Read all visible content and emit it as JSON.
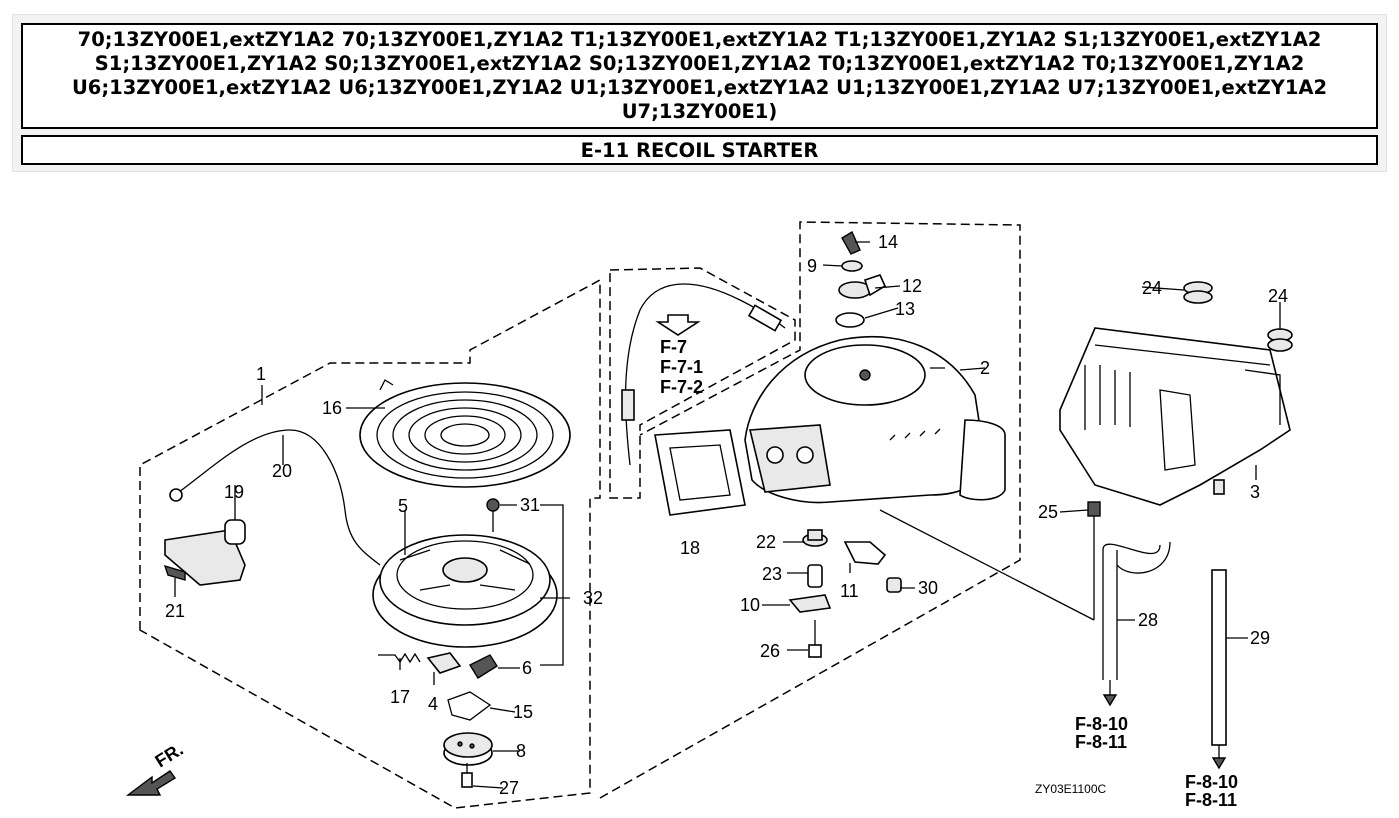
{
  "header": {
    "models": "70;13ZY00E1,extZY1A2 70;13ZY00E1,ZY1A2 T1;13ZY00E1,extZY1A2 T1;13ZY00E1,ZY1A2 S1;13ZY00E1,extZY1A2 S1;13ZY00E1,ZY1A2 S0;13ZY00E1,extZY1A2 S0;13ZY00E1,ZY1A2 T0;13ZY00E1,extZY1A2 T0;13ZY00E1,ZY1A2 U6;13ZY00E1,extZY1A2 U6;13ZY00E1,ZY1A2 U1;13ZY00E1,extZY1A2 U1;13ZY00E1,ZY1A2 U7;13ZY00E1,extZY1A2 U7;13ZY00E1)",
    "section_title": "E-11 RECOIL STARTER"
  },
  "diagram": {
    "callouts": {
      "p1": "1",
      "p2": "2",
      "p3": "3",
      "p4": "4",
      "p5": "5",
      "p6": "6",
      "p8": "8",
      "p9": "9",
      "p10": "10",
      "p11": "11",
      "p12": "12",
      "p13": "13",
      "p14": "14",
      "p15": "15",
      "p16": "16",
      "p17": "17",
      "p18": "18",
      "p19": "19",
      "p20": "20",
      "p21": "21",
      "p22": "22",
      "p23": "23",
      "p24a": "24",
      "p24b": "24",
      "p25": "25",
      "p26": "26",
      "p27": "27",
      "p28": "28",
      "p29": "29",
      "p30": "30",
      "p31": "31",
      "p32": "32"
    },
    "refs": {
      "f7": "F-7",
      "f71": "F-7-1",
      "f72": "F-7-2",
      "f810a": "F-8-10",
      "f811a": "F-8-11",
      "f810b": "F-8-10",
      "f811b": "F-8-11"
    },
    "front_label": "FR.",
    "figure_code": "ZY03E1100C"
  }
}
